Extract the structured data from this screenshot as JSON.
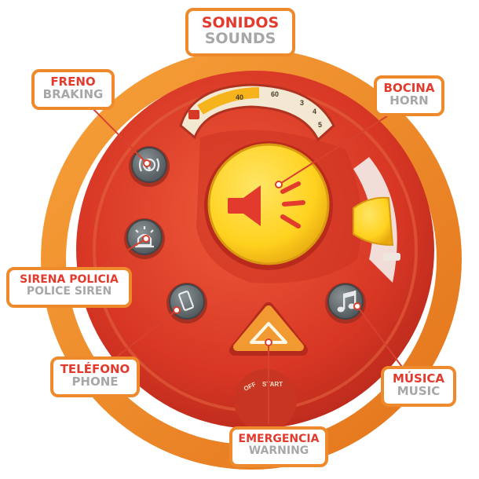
{
  "labels": {
    "sounds": {
      "es": "SONIDOS",
      "en": "SOUNDS"
    },
    "braking": {
      "es": "FRENO",
      "en": "BRAKING"
    },
    "horn": {
      "es": "BOCINA",
      "en": "HORN"
    },
    "siren": {
      "es": "SIRENA POLICIA",
      "en": "POLICE SIREN"
    },
    "phone": {
      "es": "TELÉFONO",
      "en": "PHONE"
    },
    "music": {
      "es": "MÚSICA",
      "en": "MUSIC"
    },
    "warning": {
      "es": "EMERGENCIA",
      "en": "WARNING"
    }
  },
  "dial": {
    "numbers": [
      "40",
      "60",
      "3",
      "4",
      "5"
    ],
    "start_text": "START",
    "off_text": "OFF"
  },
  "colors": {
    "outer_ring": "#ef8a24",
    "wheel_red": "#d93a26",
    "horn_yellow": "#ffd21f",
    "button_grey": "#6c7377",
    "label_border": "#ee8a2c",
    "label_red": "#e23b2e",
    "label_grey": "#a7a7a7"
  },
  "icons": [
    "brake-warning-icon",
    "speaker-horn-icon",
    "police-light-icon",
    "phone-icon",
    "music-note-icon",
    "warning-triangle-icon"
  ]
}
